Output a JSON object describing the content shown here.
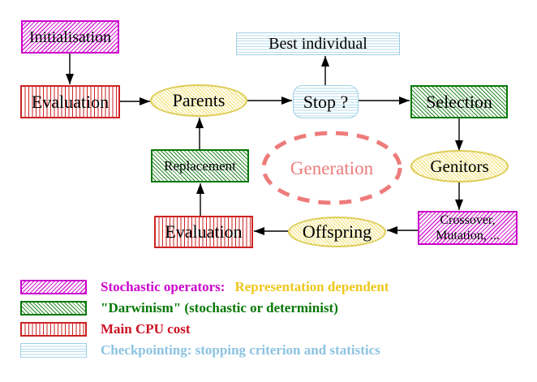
{
  "diagram": {
    "nodes": {
      "initialisation": {
        "label": "Initialisation"
      },
      "evaluation_top": {
        "label": "Evaluation"
      },
      "best_individual": {
        "label": "Best individual"
      },
      "parents": {
        "label": "Parents"
      },
      "stop": {
        "label": "Stop ?"
      },
      "selection": {
        "label": "Selection"
      },
      "replacement": {
        "label": "Replacement"
      },
      "generation": {
        "label": "Generation"
      },
      "genitors": {
        "label": "Genitors"
      },
      "evaluation_bottom": {
        "label": "Evaluation"
      },
      "offspring": {
        "label": "Offspring"
      },
      "crossover": {
        "line1": "Crossover,",
        "line2": "Mutation, ..."
      }
    },
    "colors": {
      "magenta": "#cc00cc",
      "dark_green": "#067806",
      "crimson": "#cc2222",
      "light_blue": "#9fcfe6",
      "gold_border": "#ddcc55",
      "gold_text": "#eec71c",
      "salmon": "#ee7b7b",
      "arrow_black": "#000000"
    },
    "flow": [
      "Initialisation -> Evaluation",
      "Evaluation -> Parents",
      "Parents -> Stop ?",
      "Stop ? -> Best individual",
      "Stop ? -> Selection",
      "Selection -> Genitors",
      "Genitors -> Crossover, Mutation, ...",
      "Crossover, Mutation, ... -> Offspring",
      "Offspring -> Evaluation",
      "Evaluation -> Replacement",
      "Replacement -> Parents"
    ]
  },
  "legend": {
    "rows": [
      {
        "swatch": "magenta-diagonal-hatch",
        "segments": [
          {
            "text": "Stochastic operators:",
            "color": "#cc00cc"
          },
          {
            "text": "Representation dependent",
            "color": "#eec71c"
          }
        ]
      },
      {
        "swatch": "green-diagonal-hatch",
        "segments": [
          {
            "text": "\"Darwinism\" (stochastic or determinist)",
            "color": "#067806"
          }
        ]
      },
      {
        "swatch": "red-vertical-stripes",
        "segments": [
          {
            "text": "Main CPU cost",
            "color": "#cc1122"
          }
        ]
      },
      {
        "swatch": "cyan-horizontal-stripes",
        "segments": [
          {
            "text": "Checkpointing: stopping criterion and statistics",
            "color": "#8cc3e2"
          }
        ]
      }
    ]
  }
}
